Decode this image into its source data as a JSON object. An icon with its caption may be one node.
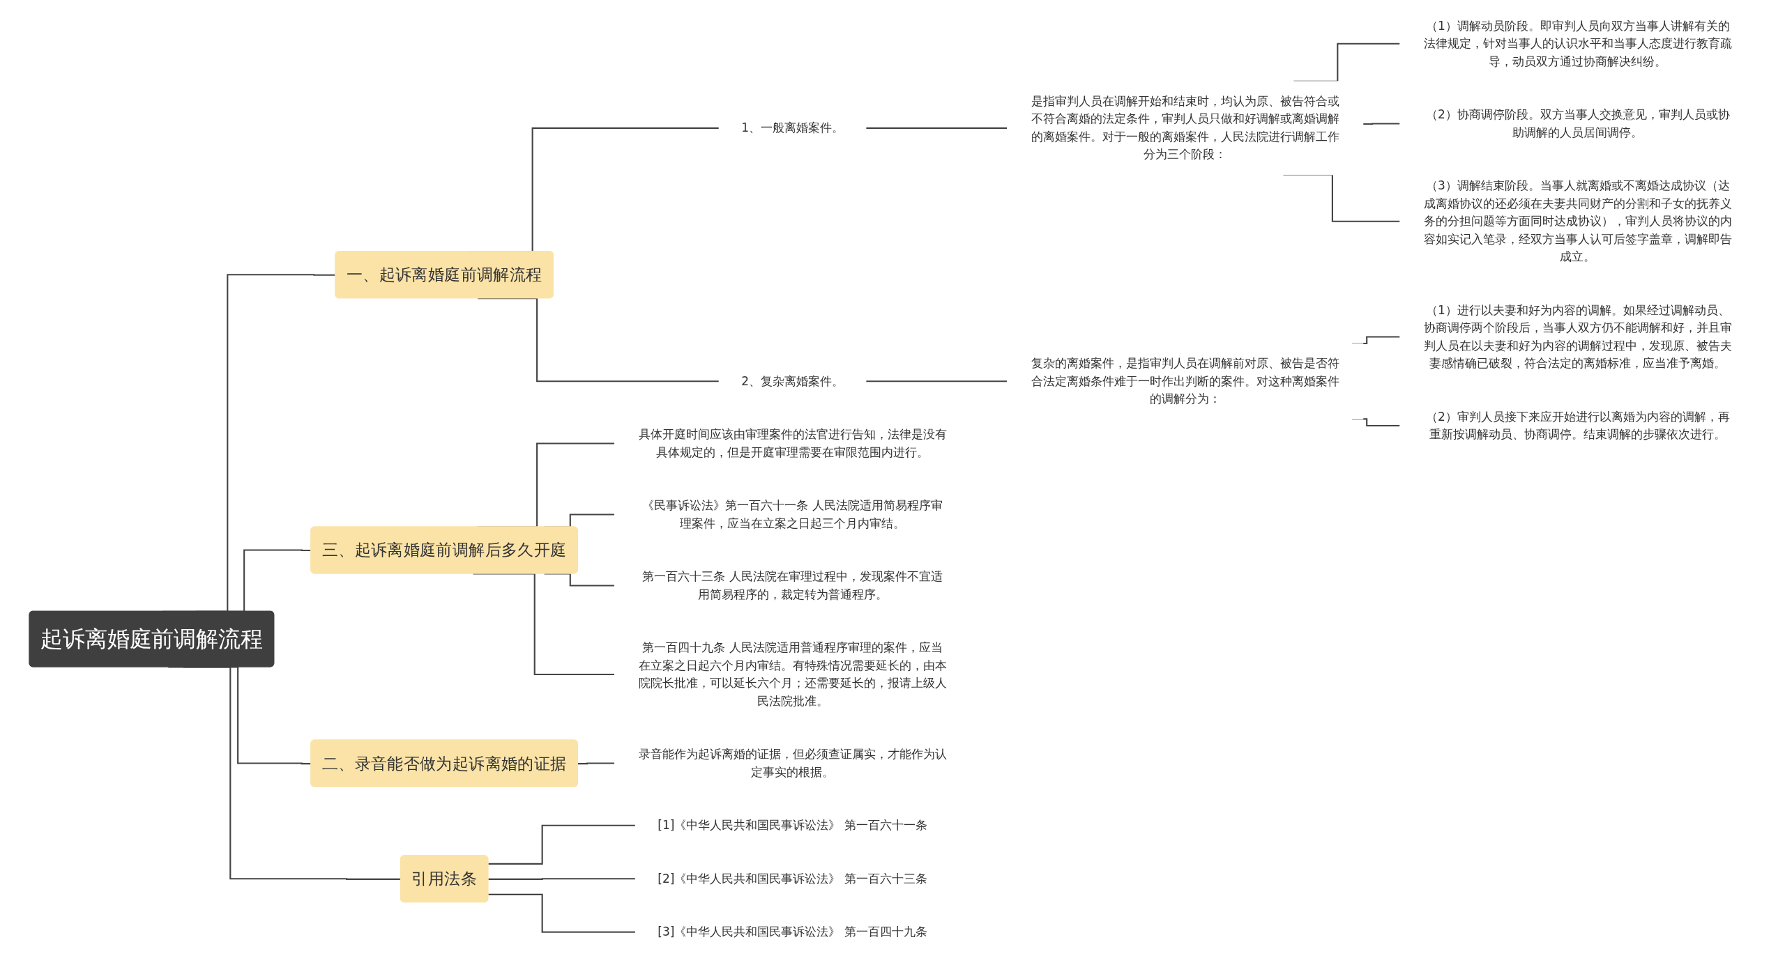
{
  "diagram": {
    "nodes": [
      {
        "text": [
          "起诉离婚庭前调解流程"
        ]
      },
      {
        "text": [
          "一、起诉离婚庭前调解流程"
        ]
      },
      {
        "text": [
          "1、一般离婚案件。"
        ]
      },
      {
        "text": [
          "是指审判人员在调解开始和结束时，均认为原、被告符合或不符合离婚的法定条件，审判人员只做和好调解或离婚调解的离婚案件。对于一般的离婚案件，人民法院进行调解工作分为三个阶段："
        ]
      },
      {
        "text": [
          "（1）调解动员阶段。即审判人员向双方当事人讲解有关的法律规定，针对当事人的认识水平和当事人态度进行教育疏导，动员双方通过协商解决纠纷。"
        ]
      },
      {
        "text": [
          "（2）协商调停阶段。双方当事人交换意见，审判人员或协助调解的人员居间调停。"
        ]
      },
      {
        "text": [
          "（3）调解结束阶段。当事人就离婚或不离婚达成协议（达成离婚协议的还必须在夫妻共同财产的分割和子女的抚养义务的分担问题等方面同时达成协议），审判人员将协议的内容如实记入笔录，经双方当事人认可后签字盖章，调解即告成立。"
        ]
      },
      {
        "text": [
          "2、复杂离婚案件。"
        ]
      },
      {
        "text": [
          "复杂的离婚案件，是指审判人员在调解前对原、被告是否符合法定离婚条件难于一时作出判断的案件。对这种离婚案件的调解分为："
        ]
      },
      {
        "text": [
          "（1）进行以夫妻和好为内容的调解。如果经过调解动员、协商调停两个阶段后，当事人双方仍不能调解和好，并且审判人员在以夫妻和好为内容的调解过程中，发现原、被告夫妻感情确已破裂，符合法定的离婚标准，应当准予离婚。"
        ]
      },
      {
        "text": [
          "（2）审判人员接下来应开始进行以离婚为内容的调解，再重新按调解动员、协商调停。结束调解的步骤依次进行。"
        ]
      },
      {
        "text": [
          "三、起诉离婚庭前调解后多久开庭"
        ]
      },
      {
        "text": [
          "具体开庭时间应该由审理案件的法官进行告知，法律是没有具体规定的，但是开庭审理需要在审限范围内进行。"
        ]
      },
      {
        "text": [
          "《民事诉讼法》第一百六十一条 人民法院适用简易程序审理案件，应当在立案之日起三个月内审结。"
        ]
      },
      {
        "text": [
          "第一百六十三条 人民法院在审理过程中，发现案件不宜适用简易程序的，裁定转为普通程序。"
        ]
      },
      {
        "text": [
          "第一百四十九条 人民法院适用普通程序审理的案件，应当在立案之日起六个月内审结。有特殊情况需要延长的，由本院院长批准，可以延长六个月；还需要延长的，报请上级人民法院批准。"
        ]
      },
      {
        "text": [
          "二、录音能否做为起诉离婚的证据"
        ]
      },
      {
        "text": [
          "录音能作为起诉离婚的证据，但必须查证属实，才能作为认定事实的根据。"
        ]
      },
      {
        "text": [
          "引用法条"
        ]
      },
      {
        "text": [
          "[1]《中华人民共和国民事诉讼法》 第一百六十一条"
        ]
      },
      {
        "text": [
          "[2]《中华人民共和国民事诉讼法》 第一百六十三条"
        ]
      },
      {
        "text": [
          "[3]《中华人民共和国民事诉讼法》 第一百四十九条"
        ]
      }
    ],
    "edges": [
      {
        "from": 0,
        "to": 1,
        "arrow": "none"
      },
      {
        "from": 1,
        "to": 2,
        "arrow": "none"
      },
      {
        "from": 2,
        "to": 3,
        "arrow": "none"
      },
      {
        "from": 3,
        "to": 4,
        "arrow": "none"
      },
      {
        "from": 3,
        "to": 5,
        "arrow": "none"
      },
      {
        "from": 3,
        "to": 6,
        "arrow": "none"
      },
      {
        "from": 1,
        "to": 7,
        "arrow": "none"
      },
      {
        "from": 7,
        "to": 8,
        "arrow": "none"
      },
      {
        "from": 8,
        "to": 9,
        "arrow": "none"
      },
      {
        "from": 8,
        "to": 10,
        "arrow": "none"
      },
      {
        "from": 0,
        "to": 11,
        "arrow": "none"
      },
      {
        "from": 11,
        "to": 12,
        "arrow": "none"
      },
      {
        "from": 11,
        "to": 13,
        "arrow": "none"
      },
      {
        "from": 11,
        "to": 14,
        "arrow": "none"
      },
      {
        "from": 11,
        "to": 15,
        "arrow": "none"
      },
      {
        "from": 0,
        "to": 16,
        "arrow": "none"
      },
      {
        "from": 16,
        "to": 17,
        "arrow": "none"
      },
      {
        "from": 0,
        "to": 18,
        "arrow": "none"
      },
      {
        "from": 18,
        "to": 19,
        "arrow": "none"
      },
      {
        "from": 18,
        "to": 20,
        "arrow": "none"
      },
      {
        "from": 18,
        "to": 21,
        "arrow": "none"
      }
    ]
  }
}
